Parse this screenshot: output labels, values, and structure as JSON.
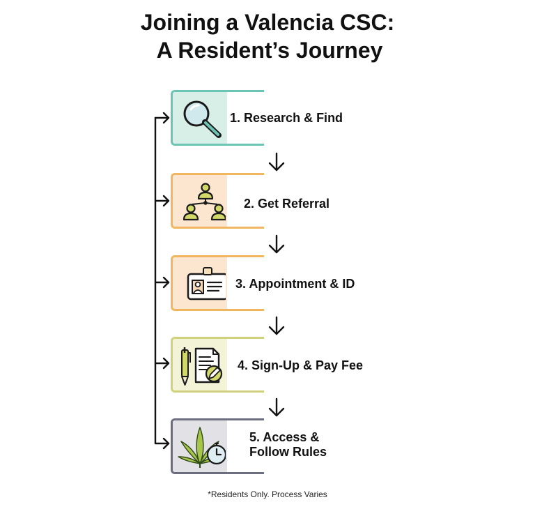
{
  "title": {
    "line1": "Joining a Valencia CSC:",
    "line2": "A Resident’s Journey"
  },
  "steps": [
    {
      "label": "1. Research & Find",
      "icon": "magnifier-icon",
      "color": "#6cc4b4",
      "tint": "#d8efe8"
    },
    {
      "label": "2. Get Referral",
      "icon": "referral-network-icon",
      "color": "#f0b660",
      "tint": "#fde6cf"
    },
    {
      "label": "3. Appointment & ID",
      "icon": "id-card-icon",
      "color": "#f0b660",
      "tint": "#fde6cf"
    },
    {
      "label": "4. Sign-Up & Pay Fee",
      "icon": "pen-and-form-icon",
      "color": "#cfd27a",
      "tint": "#f3f3d8"
    },
    {
      "label_line1": "5. Access &",
      "label_line2": "Follow Rules",
      "icon": "leaf-and-stopwatch-icon",
      "color": "#6b6e7e",
      "tint": "#e2e2e6"
    }
  ],
  "footnote": "*Residents Only. Process Varies"
}
